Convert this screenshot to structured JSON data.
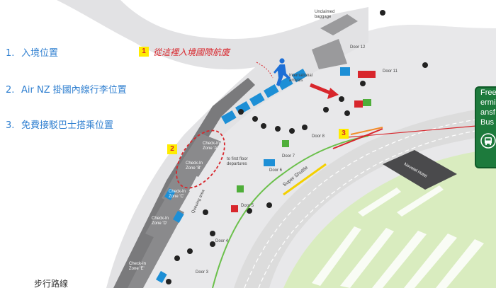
{
  "legend": [
    {
      "num": "1.",
      "text": "入境位置"
    },
    {
      "num": "2.",
      "text": "Air NZ 掛國內線行李位置"
    },
    {
      "num": "3.",
      "text": "免費接駁巴士搭乘位置"
    }
  ],
  "callouts": {
    "badge_1": "1",
    "badge_2": "2",
    "badge_3": "3",
    "arrival_text": "從這裡入境國際航廈"
  },
  "map_labels": {
    "unclaimed_baggage": "Unclaimed\nbaggage",
    "international_arrivals": "International\narrivals",
    "door_12": "Door 12",
    "door_11": "Door 11",
    "door_8": "Door 8",
    "door_7": "Door 7",
    "door_6": "Door 6",
    "door_5": "Door 5",
    "door_4": "Door 4",
    "door_3": "Door 3",
    "to_first_floor": "to first floor\ndepartures",
    "checkin_a": "Check-In\nZone 'A'",
    "checkin_b": "Check-In\nZone 'B'",
    "checkin_c": "Check-In\nZone 'C'",
    "checkin_d": "Check-In\nZone 'D'",
    "checkin_e": "Check-In\nZone 'E'",
    "queuing_area": "Queuing area",
    "super_shuttle": "Super Shuttle",
    "novotel": "Novotel Hotel",
    "walking_route": "步行路線"
  },
  "bus_card": {
    "lines": [
      "Free",
      "ermi",
      "ansf",
      "Bus"
    ]
  },
  "colors": {
    "legend_blue": "#2f7fd0",
    "callout_red": "#d8262c",
    "badge_yellow": "#ffec00",
    "terminal_dark": "#7a7a7c",
    "counter_blue": "#1d8fd6",
    "bus_green": "#1d7a3c",
    "lawn_green": "#d9ecbf"
  },
  "icons": [
    "walking-person-icon",
    "bus-icon",
    "info-icon",
    "restroom-icon"
  ]
}
